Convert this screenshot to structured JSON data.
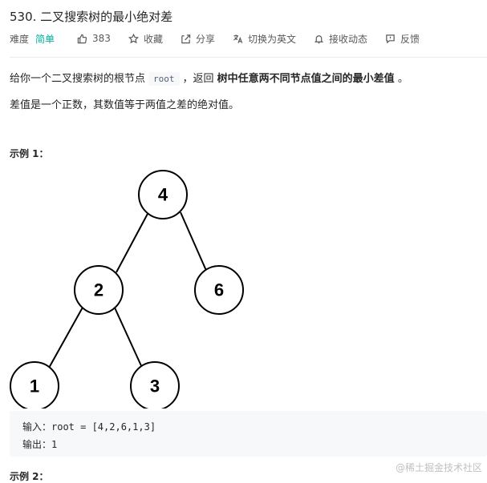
{
  "problem": {
    "title": "530. 二叉搜索树的最小绝对差"
  },
  "toolbar": {
    "difficulty_label": "难度",
    "difficulty_value": "简单",
    "like_count": "383",
    "favorite_label": "收藏",
    "share_label": "分享",
    "switch_lang_label": "切换为英文",
    "notify_label": "接收动态",
    "feedback_label": "反馈"
  },
  "description": {
    "p1_prefix": "给你一个二叉搜索树的根节点",
    "p1_code": "root",
    "p1_mid": "，返回",
    "p1_bold": "树中任意两不同节点值之间的最小差值",
    "p1_suffix": "。",
    "p2": "差值是一个正数，其数值等于两值之差的绝对值。"
  },
  "example1": {
    "title": "示例 1：",
    "tree_nodes": [
      "4",
      "2",
      "6",
      "1",
      "3"
    ],
    "input_line": "输入：root = [4,2,6,1,3]",
    "output_line": "输出：1"
  },
  "example2": {
    "title": "示例 2："
  },
  "watermark": "@稀土掘金技术社区",
  "colors": {
    "easy": "#00af9b",
    "text": "#262626",
    "muted": "#595959",
    "code_bg": "#f7f8fa"
  }
}
